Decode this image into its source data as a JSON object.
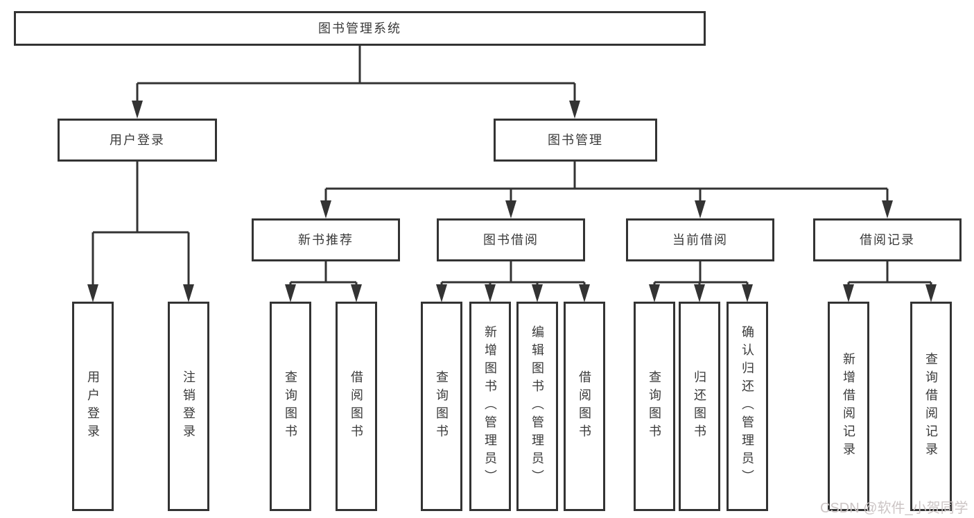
{
  "diagram": {
    "root": {
      "label": "图书管理系统"
    },
    "branches": [
      {
        "label": "用户登录",
        "children": [
          {
            "label": "用户登录"
          },
          {
            "label": "注销登录"
          }
        ]
      },
      {
        "label": "图书管理",
        "groups": [
          {
            "label": "新书推荐",
            "children": [
              {
                "label": "查询图书"
              },
              {
                "label": "借阅图书"
              }
            ]
          },
          {
            "label": "图书借阅",
            "children": [
              {
                "label": "查询图书"
              },
              {
                "label": "新增图书（管理员）"
              },
              {
                "label": "编辑图书（管理员）"
              },
              {
                "label": "借阅图书"
              }
            ]
          },
          {
            "label": "当前借阅",
            "children": [
              {
                "label": "查询图书"
              },
              {
                "label": "归还图书"
              },
              {
                "label": "确认归还（管理员）"
              }
            ]
          },
          {
            "label": "借阅记录",
            "children": [
              {
                "label": "新增借阅记录"
              },
              {
                "label": "查询借阅记录"
              }
            ]
          }
        ]
      }
    ]
  },
  "watermark": {
    "text": "CSDN @软件_小贺同学"
  },
  "colors": {
    "line": "#333333",
    "text": "#3a3a3a",
    "background": "#ffffff",
    "watermark": "#ccc5c5"
  }
}
